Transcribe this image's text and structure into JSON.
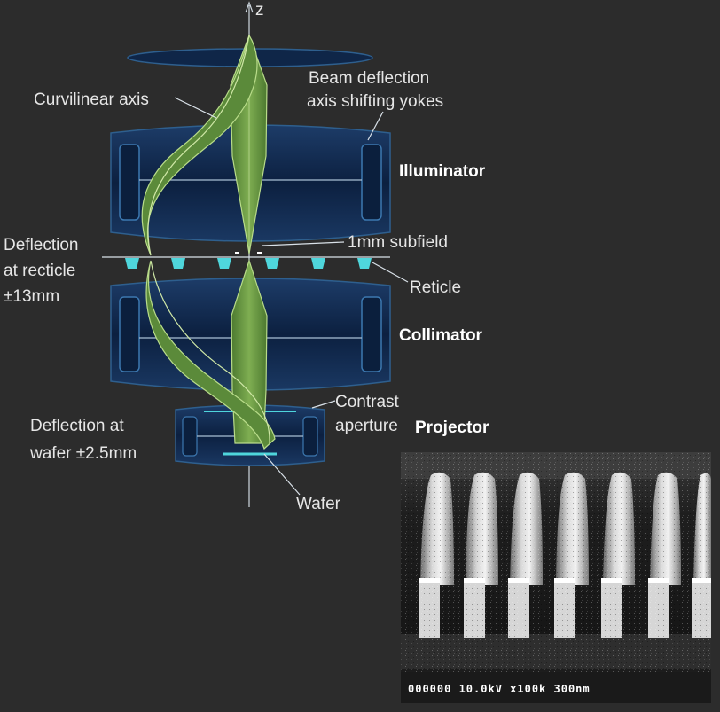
{
  "diagram": {
    "axis_label": "z",
    "labels": {
      "curvilinear_axis": "Curvilinear axis",
      "beam_deflection_line1": "Beam deflection",
      "beam_deflection_line2": "axis shifting yokes",
      "illuminator": "Illuminator",
      "deflection_reticle_line1": "Deflection",
      "deflection_reticle_line2": "at recticle",
      "deflection_reticle_line3": "±13mm",
      "subfield": "1mm subfield",
      "reticle": "Reticle",
      "collimator": "Collimator",
      "contrast_line1": "Contrast",
      "contrast_line2": "aperture",
      "projector": "Projector",
      "deflection_wafer_line1": "Deflection at",
      "deflection_wafer_line2": "wafer ±2.5mm",
      "wafer": "Wafer"
    },
    "colors": {
      "background": "#2c2c2c",
      "lens_body": "#10284a",
      "lens_edge": "#2e5f8e",
      "beam_fill": "#5b8a3a",
      "beam_light": "#9cc56a",
      "reticle_marker": "#4fd6dc"
    }
  },
  "sem_image": {
    "caption": "000000 10.0kV x100k 300nm",
    "pillar_count": 7
  }
}
